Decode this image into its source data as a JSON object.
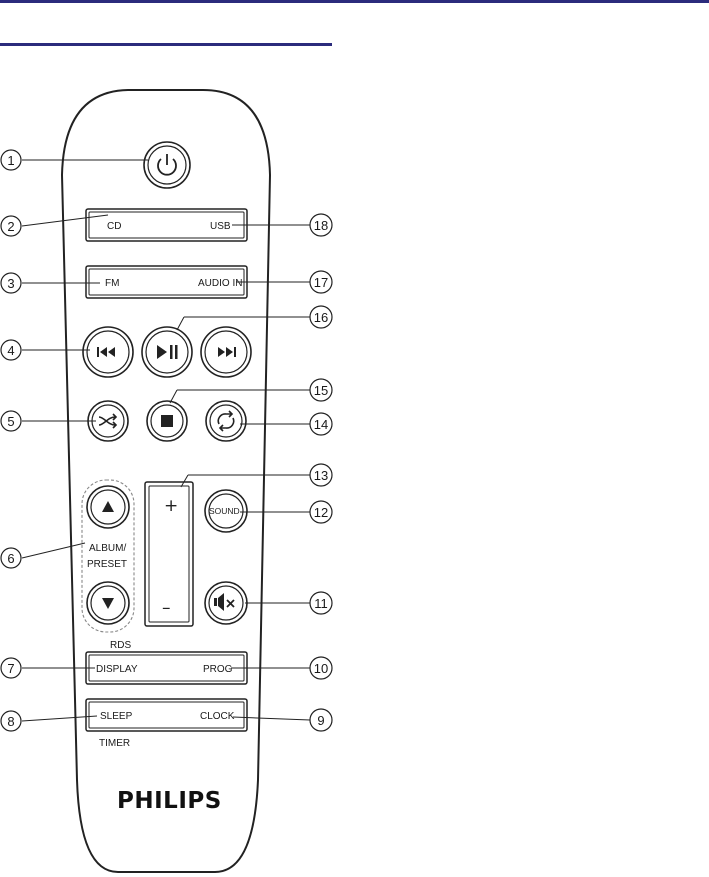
{
  "remote": {
    "brand": "PHILIPS",
    "buttons": {
      "cd": "CD",
      "usb": "USB",
      "fm": "FM",
      "audio_in": "AUDIO IN",
      "sound": "SOUND",
      "album_preset_line1": "ALBUM/",
      "album_preset_line2": "PRESET",
      "rds": "RDS",
      "display": "DISPLAY",
      "prog": "PROG",
      "sleep": "SLEEP",
      "timer": "TIMER",
      "clock": "CLOCK",
      "vol_plus": "+",
      "vol_minus": "–"
    }
  },
  "callouts": {
    "left": [
      "1",
      "2",
      "3",
      "4",
      "5",
      "6",
      "7",
      "8"
    ],
    "right": [
      "18",
      "17",
      "16",
      "15",
      "14",
      "13",
      "12",
      "11",
      "10",
      "9"
    ]
  },
  "colors": {
    "rule": "#2b2b7c",
    "ink": "#1a1a1a"
  }
}
